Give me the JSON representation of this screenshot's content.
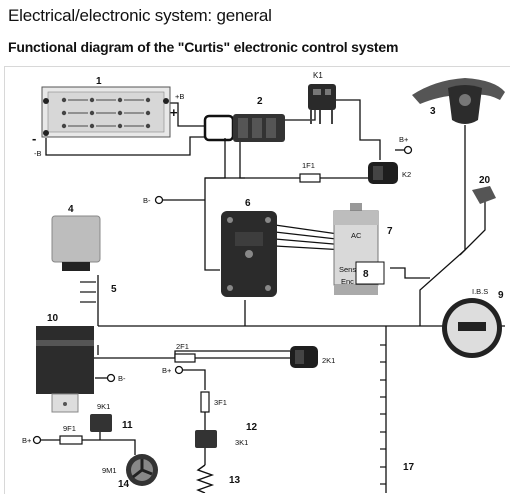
{
  "header": {
    "title": "Electrical/electronic system: general",
    "subtitle": "Functional diagram of the \"Curtis\" electronic control system"
  },
  "diagram": {
    "component_numbers": [
      "1",
      "2",
      "3",
      "4",
      "5",
      "6",
      "7",
      "8",
      "9",
      "10",
      "11",
      "12",
      "13",
      "14",
      "17",
      "20"
    ],
    "relay_labels": [
      "K1",
      "K2",
      "2K1",
      "3K1",
      "9K1"
    ],
    "fuse_labels": [
      "1F1",
      "2F1",
      "3F1",
      "9F1"
    ],
    "terminal_labels": {
      "battery_pos": "+B",
      "battery_neg": "-B",
      "b_plus": "B+",
      "b_minus": "B-"
    },
    "battery_symbols": {
      "plus": "+",
      "minus": "-"
    },
    "motor_labels": {
      "ac": "AC",
      "sens": "Sens",
      "enc": "Enc"
    },
    "indicator_label": "I.B.S",
    "fan_label": "9M1"
  },
  "colors": {
    "wire": "#111111",
    "component_grey": "#9a9a9a",
    "component_dark": "#2a2a2a"
  }
}
